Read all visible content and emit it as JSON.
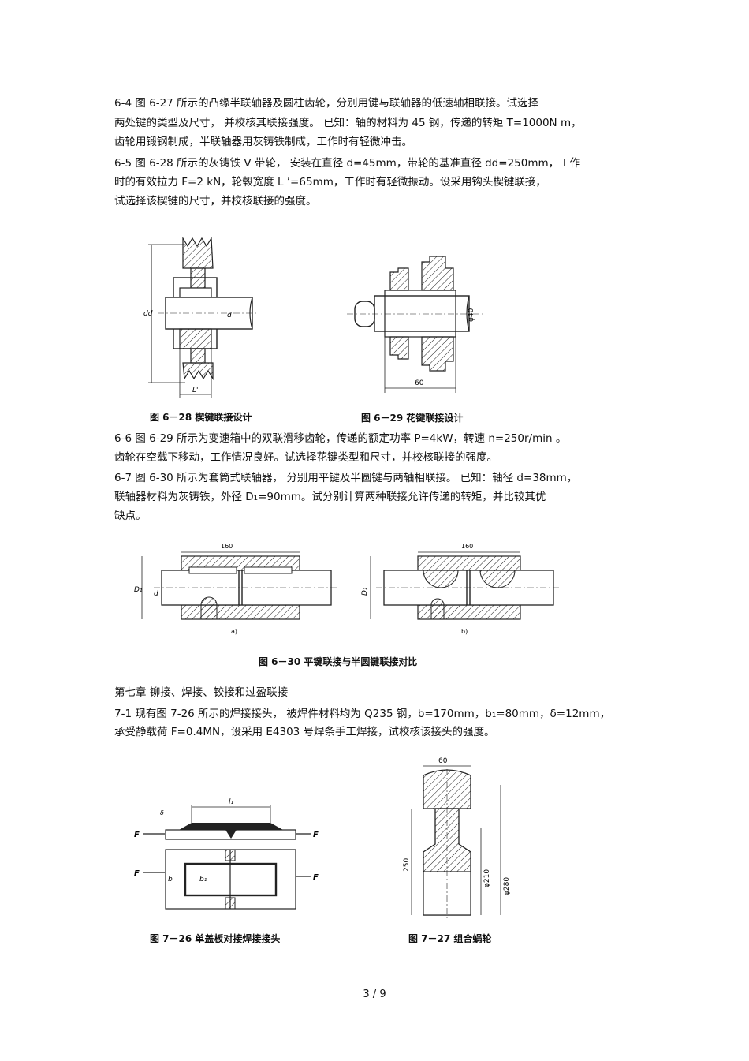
{
  "problems": {
    "p64": {
      "l1": "6-4  图  6-27  所示的凸缘半联轴器及圆柱齿轮，分别用键与联轴器的低速轴相联接。试选择",
      "l2": "两处键的类型及尺寸，    并校核其联接强度。   已知：轴的材料为    45 钢，传递的转矩    T=1000N  m，",
      "l3": "齿轮用锻钢制成，半联轴器用灰铸铁制成，工作时有轻微冲击。"
    },
    "p65": {
      "l1": "6-5  图  6-28  所示的灰铸铁    V  带轮，  安装在直径    d=45mm，带轮的基准直径      dd=250mm，工作",
      "l2": "时的有效拉力     F=2  kN，轮毂宽度    L  ’=65mm，工作时有轻微振动。设采用钩头楔键联接，",
      "l3": "试选择该楔键的尺寸，并校核联接的强度。"
    },
    "p66": {
      "l1": "6-6  图  6-29  所示为变速箱中的双联滑移齿轮，传递的额定功率          P=4kW，转速   n=250r/min 。",
      "l2": "齿轮在空载下移动，工作情况良好。试选择花键类型和尺寸，并校核联接的强度。"
    },
    "p67": {
      "l1": "6-7  图  6-30  所示为套筒式联轴器，    分别用平键及半圆键与两轴相联接。      已知：轴径   d=38mm，",
      "l2": "联轴器材料为灰铸铁，外径        D₁=90mm。试分别计算两种联接允许传递的转矩，并比较其优",
      "l3": "缺点。"
    },
    "ch7": "第七章          铆接、焊接、铰接和过盈联接",
    "p71": {
      "l1": "7-1  现有图   7-26 所示的焊接接头，   被焊件材料均为       Q235 钢，b=170mm，b₁=80mm，δ=12mm，",
      "l2": "承受静载荷    F=0.4MN，设采用    E4303 号焊条手工焊接，试校核该接头的强度。"
    }
  },
  "figures": {
    "f628": {
      "caption": "图 6－28    楔键联接设计",
      "label_dd": "dd",
      "label_d": "d",
      "label_L": "L'"
    },
    "f629": {
      "caption": "图 6－29    花键联接设计",
      "dim_60": "60",
      "dim_phi40": "φ40"
    },
    "f630": {
      "caption": "图 6－30    平键联接与半圆键联接对比",
      "dim_160a": "160",
      "dim_160b": "160",
      "label_a": "a)",
      "label_b": "b)",
      "label_D1": "D₁",
      "label_d": "d"
    },
    "f726": {
      "caption": "图 7－26    单盖板对接焊接接头",
      "label_F": "F",
      "label_l1": "l₁",
      "label_delta": "δ",
      "label_b": "b",
      "label_b1": "b₁"
    },
    "f727": {
      "caption": "图 7－27    组合蜗轮",
      "dim_60": "60",
      "dim_250": "250",
      "dim_phi210": "φ210",
      "dim_phi280": "φ280"
    }
  },
  "page_number": "3 / 9"
}
